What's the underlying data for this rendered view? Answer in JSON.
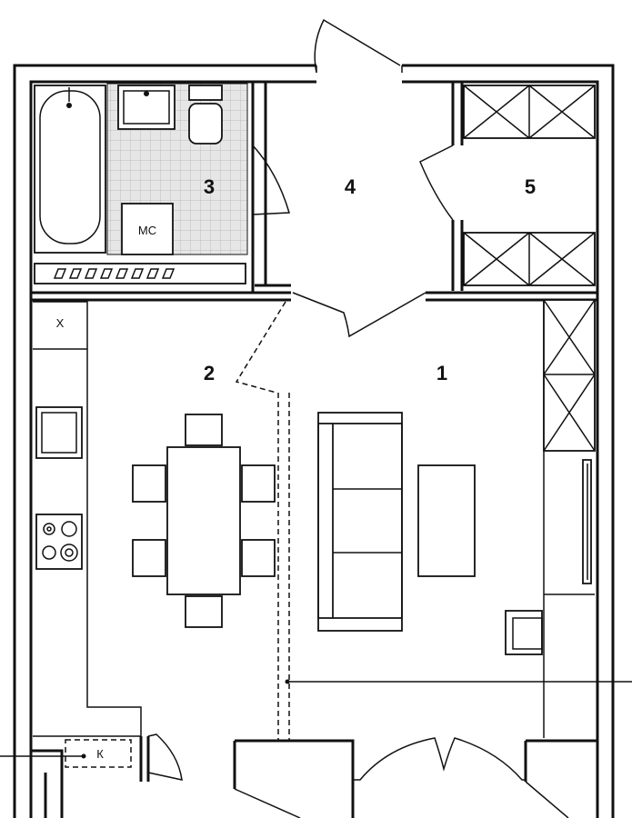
{
  "rooms": [
    {
      "number": "1",
      "name": "living-room"
    },
    {
      "number": "2",
      "name": "kitchen-dining"
    },
    {
      "number": "3",
      "name": "bathroom"
    },
    {
      "number": "4",
      "name": "hallway"
    },
    {
      "number": "5",
      "name": "wardrobe"
    }
  ],
  "fixtures": {
    "washing_machine_label": "МС",
    "fridge_label": "Х",
    "boiler_label": "К"
  },
  "colors": {
    "wall": "#111111",
    "tile_fill": "#e6e6e6",
    "tile_grid": "#bdbdbd",
    "background": "#ffffff"
  }
}
